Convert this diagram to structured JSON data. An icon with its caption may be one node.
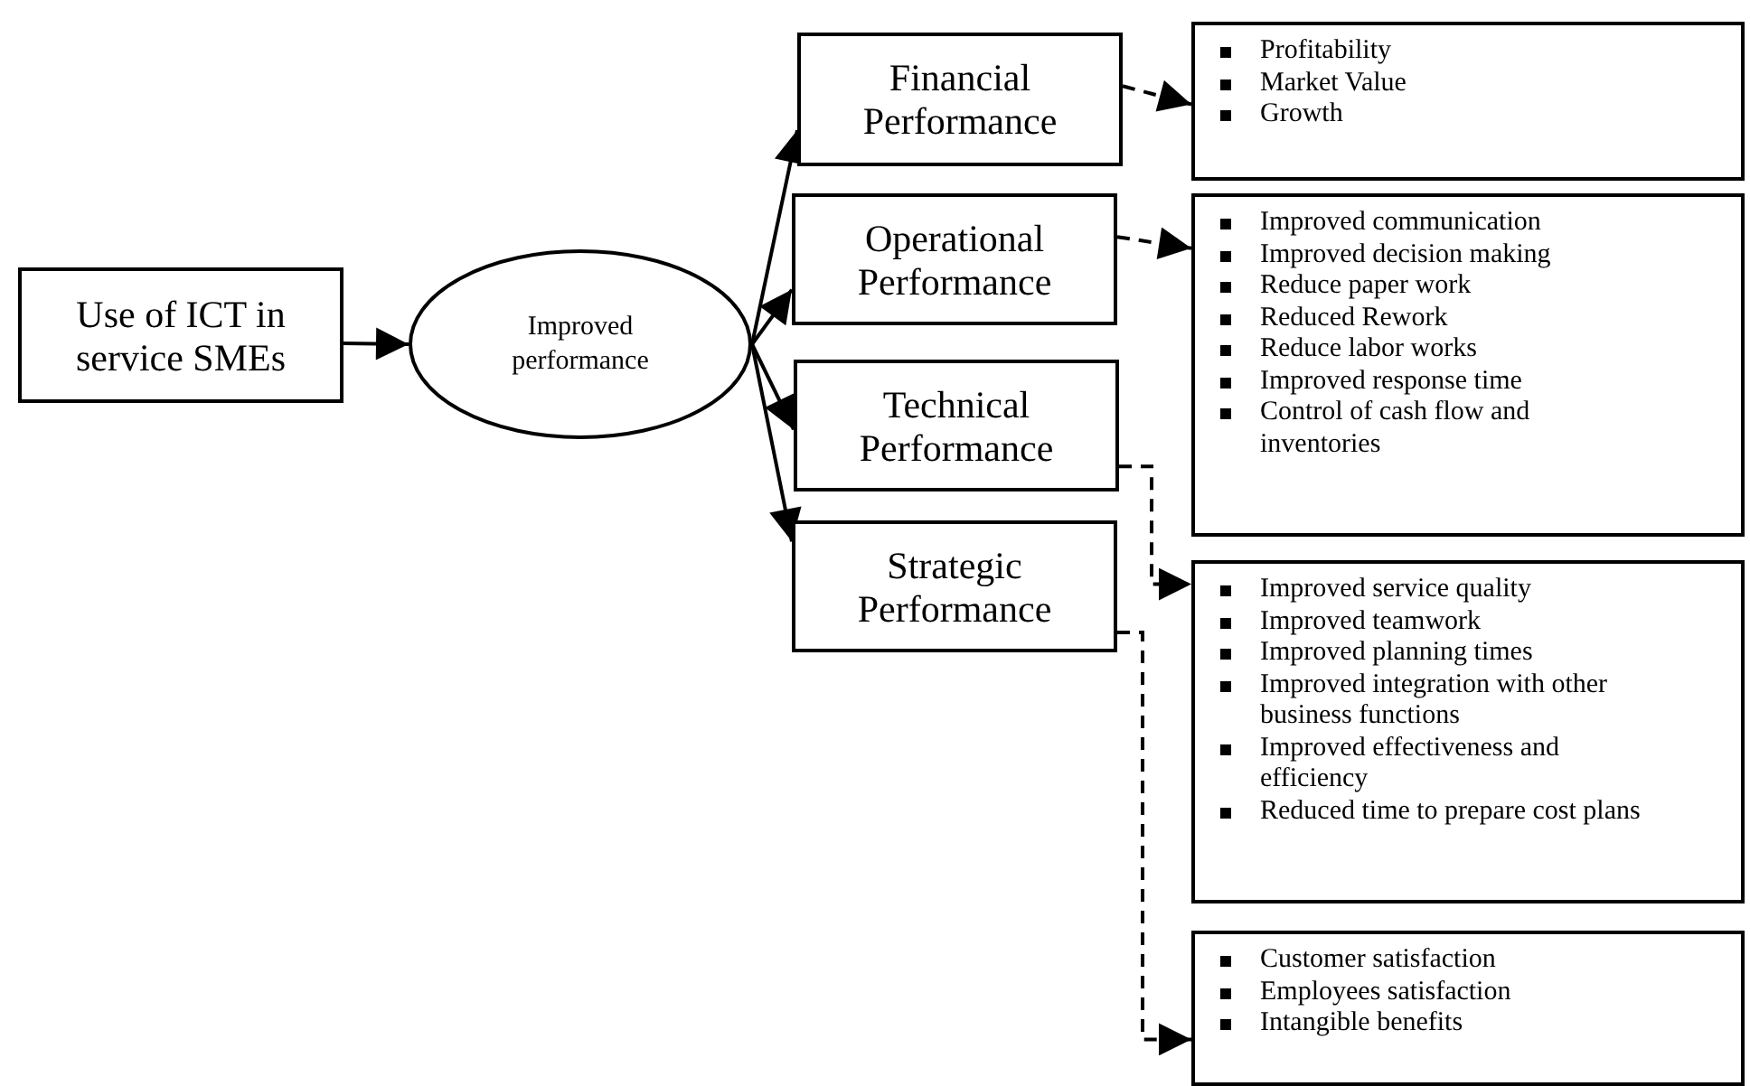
{
  "diagram": {
    "nodes": [
      {
        "text": [
          "Use of ICT in service SMEs"
        ]
      },
      {
        "text": [
          "Improved performance"
        ]
      },
      {
        "text": [
          "Financial Performance"
        ]
      },
      {
        "text": [
          "Operational Performance"
        ]
      },
      {
        "text": [
          "Technical Performance"
        ]
      },
      {
        "text": [
          "Strategic Performance"
        ]
      },
      {
        "text": [
          "Profitability",
          "Market Value",
          "Growth"
        ]
      },
      {
        "text": [
          "Improved communication",
          "Improved decision making",
          "Reduce paper work",
          "Reduced Rework",
          "Reduce labor works",
          "Improved response time",
          "Control of cash flow and inventories"
        ]
      },
      {
        "text": [
          "Improved service quality",
          "Improved teamwork",
          "Improved planning times",
          "Improved integration with other business functions",
          "Improved effectiveness and efficiency",
          "Reduced time to prepare cost plans"
        ]
      },
      {
        "text": [
          "Customer satisfaction",
          "Employees satisfaction",
          "Intangible benefits"
        ]
      }
    ],
    "edges": [
      {
        "from": 0,
        "to": 1,
        "arrow": "to"
      },
      {
        "from": 1,
        "to": 2,
        "arrow": "to"
      },
      {
        "from": 1,
        "to": 3,
        "arrow": "to"
      },
      {
        "from": 1,
        "to": 4,
        "arrow": "to"
      },
      {
        "from": 1,
        "to": 5,
        "arrow": "to"
      },
      {
        "from": 2,
        "to": 6,
        "arrow": "to",
        "style": "dashed"
      },
      {
        "from": 3,
        "to": 7,
        "arrow": "to",
        "style": "dashed"
      },
      {
        "from": 4,
        "to": 8,
        "arrow": "to",
        "style": "dashed"
      },
      {
        "from": 5,
        "to": 9,
        "arrow": "to",
        "style": "dashed"
      }
    ]
  }
}
